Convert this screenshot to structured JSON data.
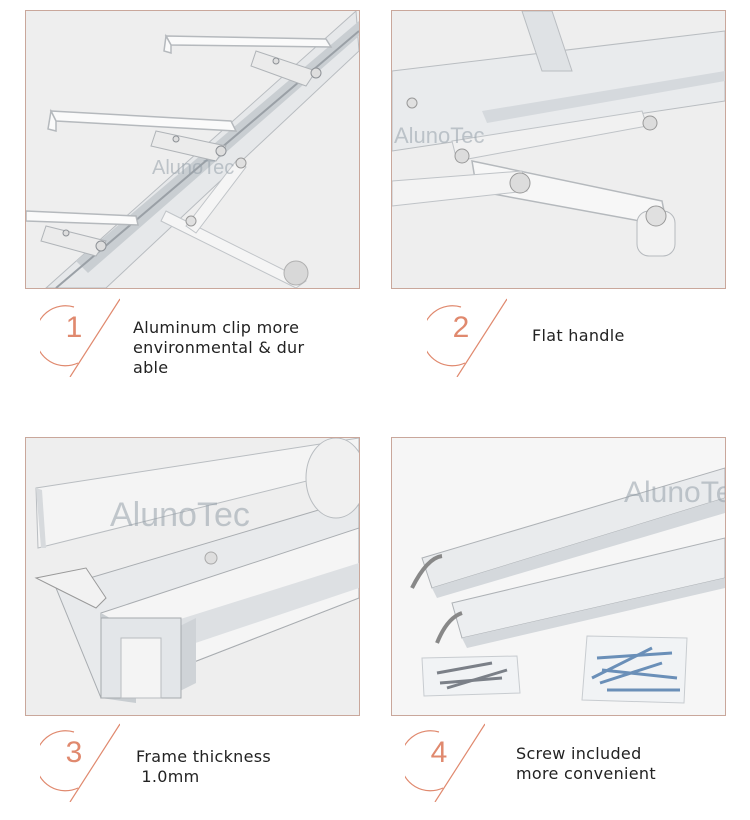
{
  "brand_watermark": "AlunoTec",
  "accent_color": "#e0896e",
  "border_color": "#c9a79b",
  "features": [
    {
      "number": "1",
      "lines": [
        "Aluminum clip more",
        "environmental & dur",
        "able"
      ]
    },
    {
      "number": "2",
      "lines": [
        "Flat handle"
      ]
    },
    {
      "number": "3",
      "lines": [
        "Frame thickness",
        " 1.0mm"
      ]
    },
    {
      "number": "4",
      "lines": [
        "Screw included",
        "more convenient"
      ]
    }
  ]
}
